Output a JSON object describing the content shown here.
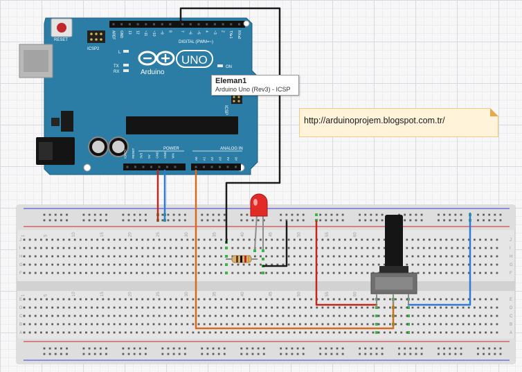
{
  "arduino": {
    "reset_label": "RESET",
    "icsp2_label": "ICSP2",
    "digital_label": "DIGITAL (PWM=~)",
    "header_top_labels": [
      "AREF",
      "GND",
      "13",
      "12",
      "~11",
      "~10",
      "~9",
      "8",
      "7",
      "~6",
      "~5",
      "4",
      "~3",
      "2",
      "TX▸1",
      "RX◂0"
    ],
    "logo_label": "UNO",
    "brand_label": "Arduino",
    "led_labels": [
      "L",
      "TX",
      "RX"
    ],
    "on_label": "ON",
    "icsp_label": "ICSP",
    "power_label": "POWER",
    "analog_label": "ANALOG IN",
    "power_pins": [
      "IOREF",
      "RESET",
      "3V3",
      "5V",
      "GND",
      "GND",
      "VIN"
    ],
    "analog_pins": [
      "A0",
      "A1",
      "A2",
      "A3",
      "A4",
      "A5"
    ],
    "board_color": "#2a7ea7"
  },
  "tooltip": {
    "title": "Eleman1",
    "subtitle": "Arduino Uno (Rev3) - ICSP"
  },
  "note": {
    "text": "http://arduinoprojem.blogspot.com.tr/"
  },
  "breadboard": {
    "column_numbers": [
      "1",
      "5",
      "10",
      "15",
      "20",
      "25",
      "30",
      "35",
      "40",
      "45",
      "50",
      "55",
      "60"
    ],
    "row_letters_top": [
      "J",
      "I",
      "H",
      "G",
      "F"
    ],
    "row_letters_bottom": [
      "E",
      "D",
      "C",
      "B",
      "A"
    ]
  },
  "wire_colors": {
    "black": "#1a1a1a",
    "red": "#c0271e",
    "blue": "#2f7ad6",
    "orange": "#d56b1e"
  }
}
